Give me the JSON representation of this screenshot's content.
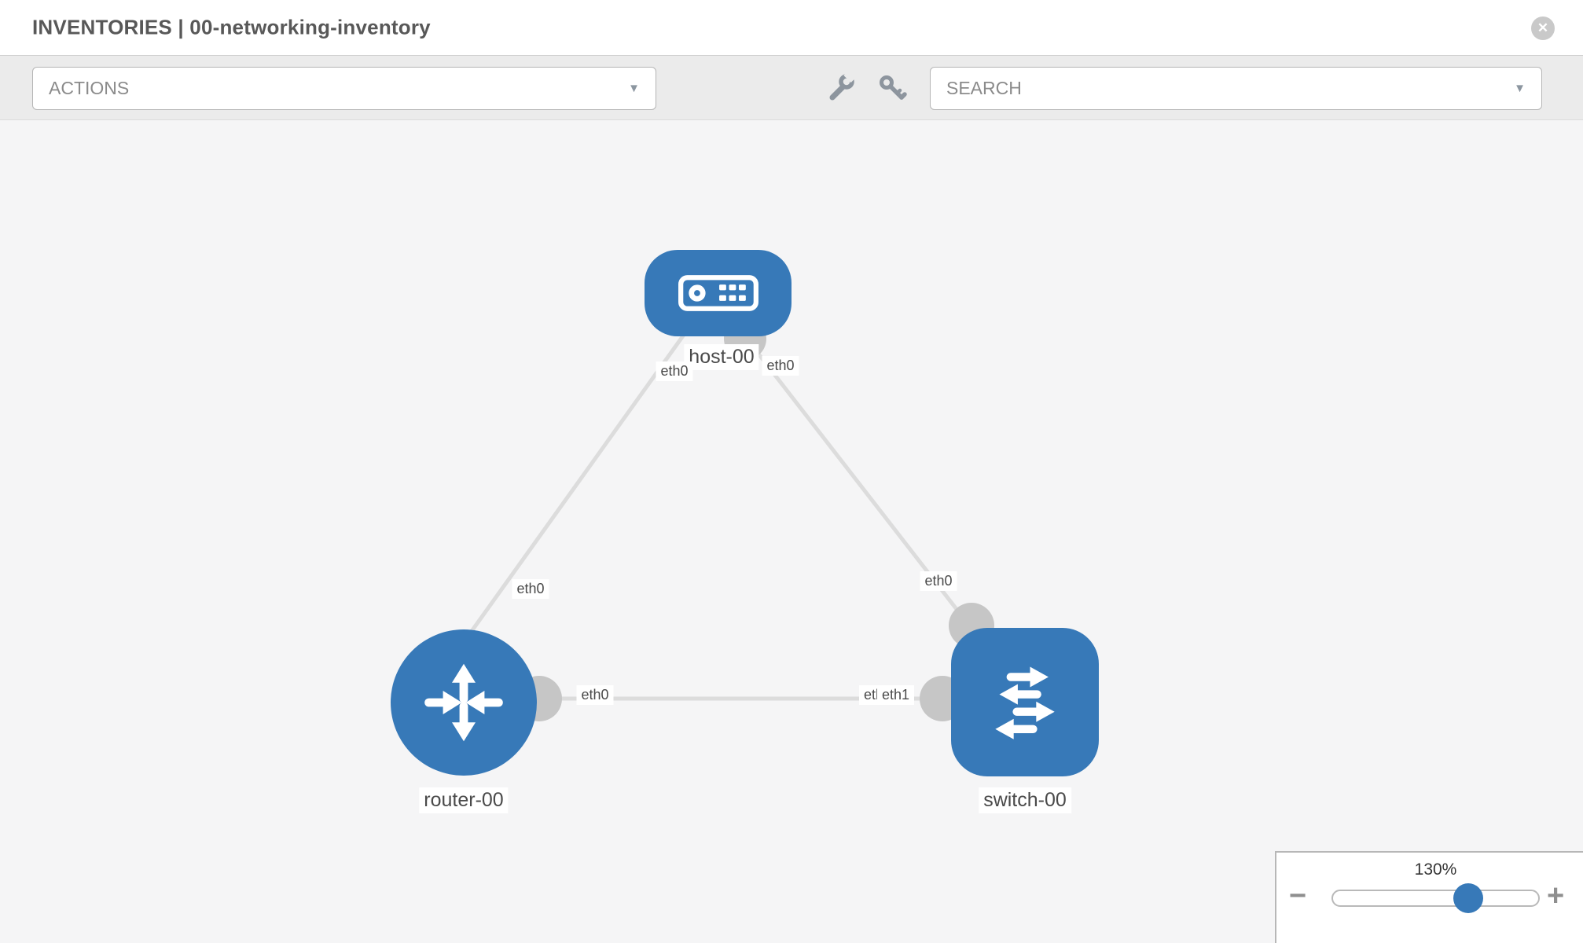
{
  "header": {
    "title": "INVENTORIES | 00-networking-inventory",
    "close_glyph": "✕"
  },
  "toolbar": {
    "actions_label": "ACTIONS",
    "search_label": "SEARCH",
    "caret_glyph": "▼",
    "tools": [
      {
        "icon": "wrench-icon"
      },
      {
        "icon": "key-icon"
      }
    ]
  },
  "topology": {
    "nodes": [
      {
        "id": "host-00",
        "label": "host-00",
        "type": "host",
        "icon": "host-icon"
      },
      {
        "id": "router-00",
        "label": "router-00",
        "type": "router",
        "icon": "router-icon"
      },
      {
        "id": "switch-00",
        "label": "switch-00",
        "type": "switch",
        "icon": "switch-icon"
      }
    ],
    "links": [
      {
        "source": "host-00",
        "source_interface": "eth0",
        "target": "router-00",
        "target_interface": "eth0"
      },
      {
        "source": "host-00",
        "source_interface": "eth0",
        "target": "switch-00",
        "target_interface": "eth0"
      },
      {
        "source": "router-00",
        "source_interface": "eth0",
        "target": "switch-00",
        "target_interface": "eth1"
      }
    ],
    "interface_labels": {
      "host_to_router": "eth0",
      "host_to_switch": "eth0",
      "router_to_host": "eth0",
      "switch_to_host": "eth0",
      "router_to_switch": "eth0",
      "switch_to_router_back": "eth0",
      "switch_to_router_front": "eth1"
    }
  },
  "zoom_control": {
    "level": "130%",
    "decrease_glyph": "−",
    "increase_glyph": "+"
  },
  "colors": {
    "node_blue": "#3779b8",
    "link_gray": "#dcdcdc",
    "endpoint_gray": "#c6c6c6",
    "toolbar_gray": "#ebebeb",
    "canvas_gray": "#f5f5f6",
    "icon_gray": "#8d959e"
  }
}
